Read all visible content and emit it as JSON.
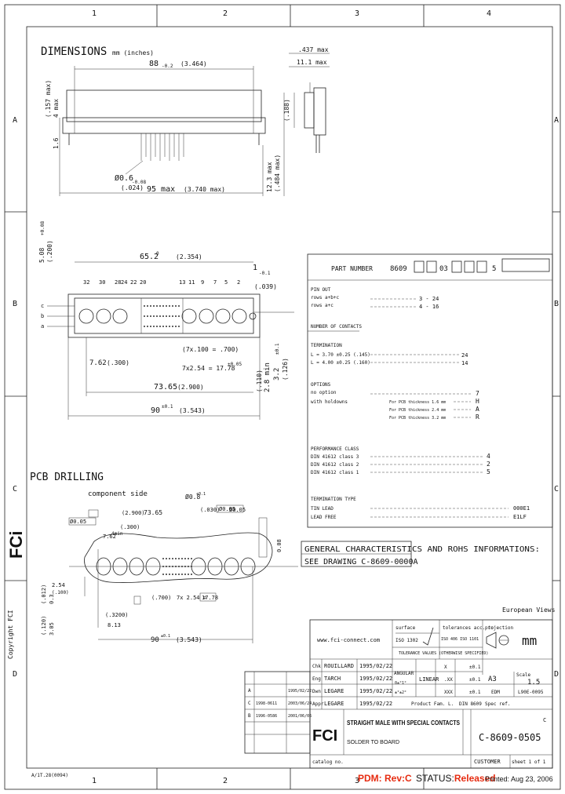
{
  "frame": {
    "zones_top": [
      "1",
      "2",
      "3",
      "4"
    ],
    "zones_bottom": [
      "1",
      "2",
      "3"
    ],
    "zones_side": [
      "A",
      "B",
      "C",
      "D"
    ]
  },
  "section_dimensions": {
    "title": "DIMENSIONS",
    "units": "mm (inches)",
    "dim_88": "88",
    "dim_88_tol": "-0.2",
    "dim_88_in": "(3.464)",
    "dim_95": "95 max",
    "dim_95_in": "(3.740 max)",
    "dim_06": "Ø0.6",
    "dim_06_tol": "-0.08",
    "dim_06_in": "(.024)",
    "side_437": ".437 max",
    "side_111": "11.1 max",
    "side_left_1": "(.157 max)",
    "side_left_2": "4 max",
    "side_left_3": "1.6",
    "side_188": "(.188)",
    "side_123": "12.3 max",
    "side_484": "(.484 max)"
  },
  "section_front": {
    "dim_652": "65.2",
    "dim_652_tol": "0",
    "dim_652_in": "(2.354)",
    "dim_508": "5.08",
    "dim_508_tol": "+0.08",
    "dim_200": "(.200)",
    "dim_1": "1",
    "dim_1_tol": "-0.1",
    "dim_039": "(.039)",
    "pin_labels_top": [
      "32",
      "30",
      "28",
      "24",
      "22",
      "20",
      "13",
      "11",
      "9",
      "7",
      "5",
      "2"
    ],
    "row_letters": [
      "c",
      "b",
      "a"
    ],
    "dim_pitch": "(7x.100 = .700)",
    "dim_752": "7.62",
    "dim_300": "(.300)",
    "dim_7x254": "7x2.54 = 17.78",
    "dim_7x254_tol": "±0.05",
    "dim_7365": "73.65",
    "dim_2900": "(2.900)",
    "dim_90": "90",
    "dim_90_tol": "±0.1",
    "dim_3543": "(3.543)",
    "right_1": "3.2",
    "right_1_tol": "±0.1",
    "right_2": "(.126)",
    "right_3": "2.8 min",
    "right_4": "(.110)"
  },
  "part_number": {
    "label": "PART NUMBER",
    "base": "8609",
    "mid": "03",
    "last": "5",
    "pin_out": "PIN OUT",
    "rows_a_b_c": "rows a+b+c",
    "rows_a_c": "rows a+c",
    "opt_3": "3 - 24",
    "opt_4": "4 - 16",
    "num_contacts": "NUMBER OF CONTACTS",
    "termination": "TERMINATION",
    "term_1": "L = 3.70 ±0.25 (.145)",
    "term_2": "L = 4.00 ±0.25 (.160)",
    "term_1_code": "24",
    "term_2_code": "14",
    "options": "OPTIONS",
    "no_option": "no option",
    "with_holdowns": "with holdowns",
    "opt_a": "For PCB thickness 1.6 mm",
    "opt_b": "For PCB thickness 2.4 mm",
    "opt_c": "For PCB thickness 3.2 mm",
    "opt_codes": [
      "7",
      "H",
      "A",
      "R"
    ],
    "performance": "PERFORMANCE CLASS",
    "perf_1": "DIN 41612 class 3",
    "perf_2": "DIN 41612 class 2",
    "perf_3": "DIN 41612 class 1",
    "perf_codes": [
      "4",
      "2",
      "5"
    ],
    "term_type": "TERMINATION TYPE",
    "tin_lead": "TIN LEAD",
    "lead_free": "LEAD FREE",
    "tin_lead_code": "000E1",
    "lead_free_code": "E1LF"
  },
  "section_pcb": {
    "title": "PCB DRILLING",
    "component_side": "component side",
    "d1": "Ø0.8",
    "d1_tol": "+0.1",
    "d1_pos": "Ø0.05",
    "d1_in": "(.030)",
    "d2": "Ø0.05",
    "d3": "(2.900)",
    "d3b": "73.65",
    "d4": "(.300)",
    "d5": "7.62",
    "d6": "4min",
    "d7": "(.700)",
    "d8": "7x 2.54 =",
    "d9": "17.78",
    "d10": "Ø0.05",
    "d11": "2.54",
    "d12": "(.100)",
    "d13": "(.012)",
    "d14": "0.3",
    "d15": "(.120)",
    "d16": "3.05",
    "d17": "(.3200)",
    "d18": "8.13",
    "d19": "90",
    "d19_tol": "±0.1",
    "d20": "(3.543)",
    "d21": "0.08"
  },
  "notes": {
    "line1": "GENERAL CHARACTERISTICS AND ROHS INFORMATIONS:",
    "line2": "SEE DRAWING C-8609-0000A"
  },
  "title_block": {
    "european": "European Views",
    "website": "www.fci-connect.com",
    "surface": "surface",
    "surface_iso": "ISO 1302",
    "tolerances": "tolerances acc. to",
    "tol_iso": "ISO 406 ISO 1101",
    "tol_note": "TOLERANCE VALUES (OTHERWISE SPECIFIED)",
    "projection": "projection",
    "unit": "mm",
    "angular": "ANGULAR",
    "angular_1": "0±°1°",
    "angular_2": "±°±2°",
    "linear": "LINEAR",
    "lin_1": "X",
    "lin_1_v": "±0.1",
    "lin_2": ".XX",
    "lin_2_v": "±0.1",
    "lin_3": "XXX",
    "lin_3_v": "±0.1",
    "format": "A3",
    "scale_label": "Scale",
    "scale": "1.5",
    "edm": "EDM",
    "edm_v": "L90E-0095",
    "spec_ref": "Spec ref.",
    "product_family": "Product Fam. L.",
    "din": "DIN 8609",
    "cataloguer": "catalog no.",
    "signers": [
      {
        "role": "Chk",
        "name": "ROUILLARD",
        "date": "1995/02/22"
      },
      {
        "role": "Eng",
        "name": "TARCH",
        "date": "1995/02/22"
      },
      {
        "role": "Dwn",
        "name": "LEGARE",
        "date": "1995/02/22"
      },
      {
        "role": "Appr",
        "name": "LEGARE",
        "date": "1995/02/22"
      }
    ],
    "rev_rows": [
      {
        "rev": "C",
        "ecn": "1998-0611",
        "date": "2003/06/24"
      },
      {
        "rev": "B",
        "ecn": "1996-0586",
        "date": "2001/06/06"
      },
      {
        "rev": "A",
        "ecn": "",
        "date": "1995/02/22"
      }
    ],
    "title_1": "STRAIGHT MALE   WITH SPECIAL CONTACTS",
    "title_2": "SOLDER TO BOARD",
    "dwg_no": "C-8609-0505",
    "customer": "CUSTOMER",
    "sheet": "sheet 1 of 1",
    "rev_c": "C",
    "logo": "FCI",
    "side_logo": "FCi",
    "copyright": "Copyright FCI"
  },
  "footer": {
    "form": "A/1T.28(0094)",
    "pdm": "PDM: Rev:C",
    "status_label": "STATUS:",
    "status_value": "Released",
    "printed": "Printed: Aug 23, 2006"
  }
}
